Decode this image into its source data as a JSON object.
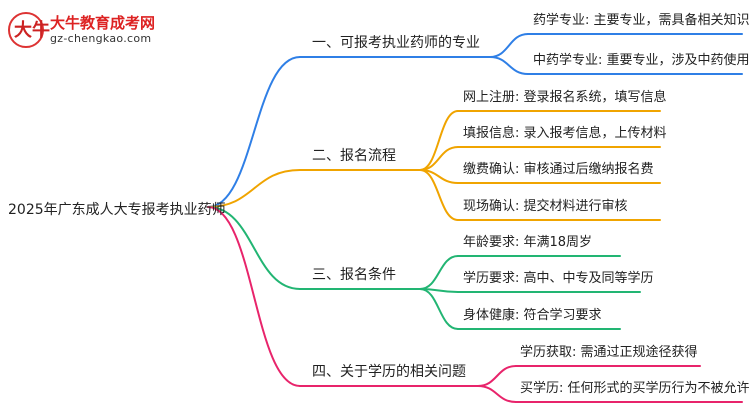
{
  "logo": {
    "title": "大牛教育成考网",
    "url": "gz-chengkao.com",
    "glyph": "大牛"
  },
  "colors": {
    "b1": "#2f7fe6",
    "b2": "#f0a400",
    "b3": "#22b573",
    "b4": "#e8246b"
  },
  "root": {
    "label": "2025年广东成人大专报考执业药师"
  },
  "branches": [
    {
      "label": "一、可报考执业药师的专业",
      "leaves": [
        "药学专业: 主要专业，需具备相关知识",
        "中药学专业: 重要专业，涉及中药使用"
      ]
    },
    {
      "label": "二、报名流程",
      "leaves": [
        "网上注册: 登录报名系统，填写信息",
        "填报信息: 录入报考信息，上传材料",
        "缴费确认: 审核通过后缴纳报名费",
        "现场确认: 提交材料进行审核"
      ]
    },
    {
      "label": "三、报名条件",
      "leaves": [
        "年龄要求: 年满18周岁",
        "学历要求: 高中、中专及同等学历",
        "身体健康: 符合学习要求"
      ]
    },
    {
      "label": "四、关于学历的相关问题",
      "leaves": [
        "学历获取: 需通过正规途径获得",
        "买学历: 任何形式的买学历行为不被允许"
      ]
    }
  ]
}
